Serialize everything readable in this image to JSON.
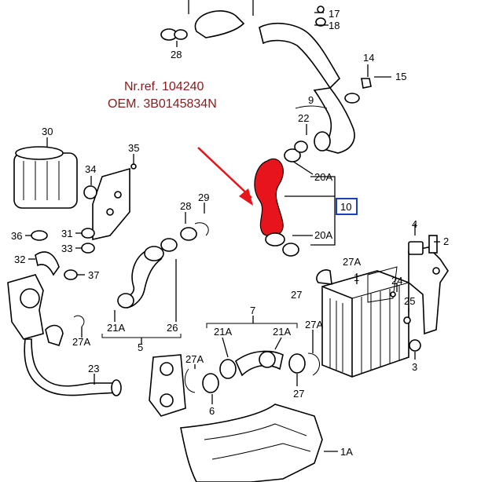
{
  "reference": {
    "nr_ref": "Nr.ref. 104240",
    "oem": "OEM. 3B0145834N"
  },
  "labels": {
    "l17": "17",
    "l18": "18",
    "l28": "28",
    "l14": "14",
    "l15": "15",
    "l9": "9",
    "l22": "22",
    "l30": "30",
    "l35": "35",
    "l34": "34",
    "l20a_top": "20A",
    "l10": "10",
    "l28b": "28",
    "l29": "29",
    "l20a_bot": "20A",
    "l4": "4",
    "l36": "36",
    "l31": "31",
    "l33": "33",
    "l32": "32",
    "l37": "37",
    "l27a_mid": "27A",
    "l1": "1",
    "l24": "24",
    "l27_mid": "27",
    "l25": "25",
    "l2": "2",
    "l21a_left": "21A",
    "l26": "26",
    "l5": "5",
    "l7": "7",
    "l21a_c1": "21A",
    "l21a_c2": "21A",
    "l27a_r": "27A",
    "l27a_left": "27A",
    "l3": "3",
    "l23": "23",
    "l27a_c": "27A",
    "l6": "6",
    "l27_bot": "27",
    "l1a": "1A"
  },
  "colors": {
    "highlight_hose": "#e8141b",
    "arrow": "#e8141b",
    "callout_box": "#1f3fbf",
    "ref_text": "#8b1a1a"
  }
}
